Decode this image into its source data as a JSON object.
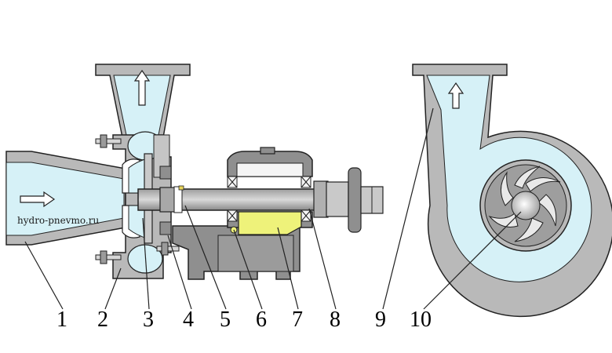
{
  "watermark": "hydro-pnevmo.ru",
  "callouts": [
    "1",
    "2",
    "3",
    "4",
    "5",
    "6",
    "7",
    "8",
    "9",
    "10"
  ],
  "colors": {
    "metal": "#b9b9b9",
    "metal_dark": "#8d8d8d",
    "metal_light": "#d6d6d6",
    "fluid": "#d6f1f7",
    "seal": "#eef27a",
    "outline": "#222222"
  }
}
